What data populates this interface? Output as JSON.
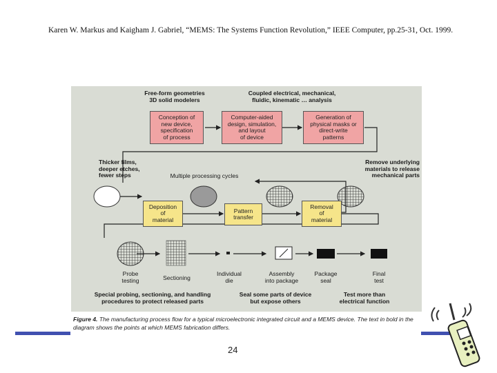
{
  "citation": "Karen W. Markus and Kaigham J. Gabriel, “MEMS: The Systems Function Revolution,” IEEE Computer, pp.25-31, Oct. 1999.",
  "diagram": {
    "top_label_left": "Free-form geometries\n3D solid modelers",
    "top_label_right": "Coupled electrical, mechanical,\nfluidic, kinematic … analysis",
    "design_boxes": [
      "Conception of\nnew device,\nspecification\nof process",
      "Computer-aided\ndesign, simulation,\nand layout\nof device",
      "Generation of\nphysical masks or\ndirect-write\npatterns"
    ],
    "mid_label_left": "Thicker films,\ndeeper etches,\nfewer steps",
    "mid_label_cycles": "Multiple processing cycles",
    "mid_label_right": "Remove underlying\nmaterials to release\nmechanical parts",
    "process_boxes": [
      "Deposition\nof\nmaterial",
      "Pattern\ntransfer",
      "Removal\nof\nmaterial"
    ],
    "back_end_steps": [
      "Probe\ntesting",
      "Sectioning",
      "Individual\ndie",
      "Assembly\ninto package",
      "Package\nseal",
      "Final\ntest"
    ],
    "bottom_label_left": "Special probing, sectioning, and handling\nprocedures to protect released parts",
    "bottom_label_mid": "Seal some parts of device\nbut expose others",
    "bottom_label_right": "Test more than\nelectrical function",
    "colors": {
      "design_box": "#f0a4a4",
      "process_box": "#f6e58a",
      "background": "#d9dcd4",
      "accent_bar": "#4050b0"
    }
  },
  "caption": {
    "figure_label": "Figure 4.",
    "text": "The manufacturing process flow for a typical microelectronic integrated circuit and a MEMS device. The text in bold in the diagram shows the points at which MEMS fabrication differs."
  },
  "page_number": "24",
  "icons": [
    "wafer-icon",
    "mobile-phone-icon"
  ]
}
